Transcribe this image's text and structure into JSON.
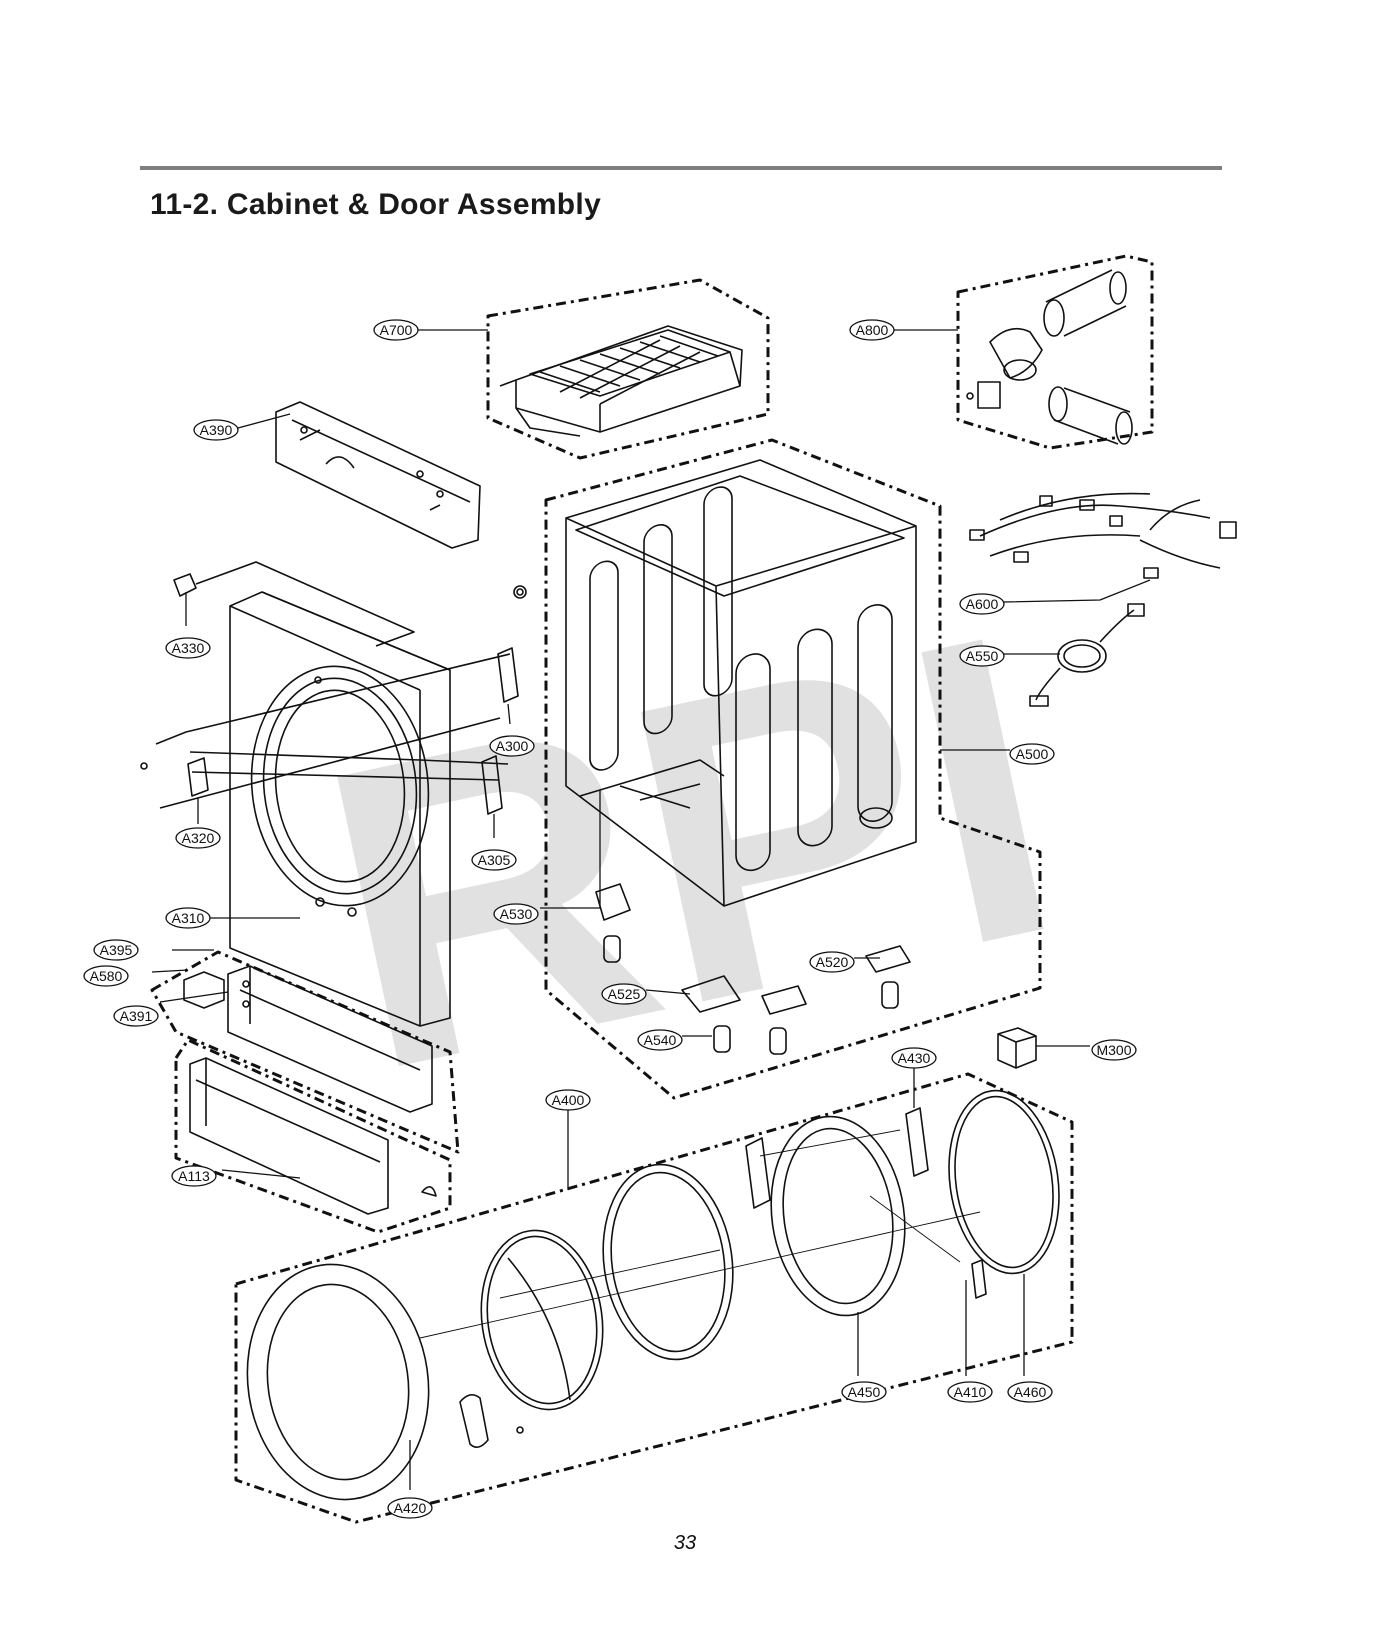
{
  "page": {
    "section_title": "11-2. Cabinet & Door Assembly",
    "page_number": "33",
    "watermark": "RPI"
  },
  "colors": {
    "rule": "#7f7f7f",
    "line": "#111111",
    "watermark": "#d9d9d9"
  },
  "callouts": [
    {
      "id": "a700",
      "label": "A700"
    },
    {
      "id": "a800",
      "label": "A800"
    },
    {
      "id": "a390",
      "label": "A390"
    },
    {
      "id": "a330",
      "label": "A330"
    },
    {
      "id": "a300",
      "label": "A300"
    },
    {
      "id": "a320",
      "label": "A320"
    },
    {
      "id": "a305",
      "label": "A305"
    },
    {
      "id": "a310",
      "label": "A310"
    },
    {
      "id": "a395",
      "label": "A395"
    },
    {
      "id": "a580",
      "label": "A580"
    },
    {
      "id": "a391",
      "label": "A391"
    },
    {
      "id": "a113",
      "label": "A113"
    },
    {
      "id": "a600",
      "label": "A600"
    },
    {
      "id": "a550",
      "label": "A550"
    },
    {
      "id": "a500",
      "label": "A500"
    },
    {
      "id": "a530",
      "label": "A530"
    },
    {
      "id": "a520",
      "label": "A520"
    },
    {
      "id": "a525",
      "label": "A525"
    },
    {
      "id": "a540",
      "label": "A540"
    },
    {
      "id": "m300",
      "label": "M300"
    },
    {
      "id": "a430",
      "label": "A430"
    },
    {
      "id": "a400",
      "label": "A400"
    },
    {
      "id": "a450",
      "label": "A450"
    },
    {
      "id": "a410",
      "label": "A410"
    },
    {
      "id": "a460",
      "label": "A460"
    },
    {
      "id": "a420",
      "label": "A420"
    }
  ]
}
